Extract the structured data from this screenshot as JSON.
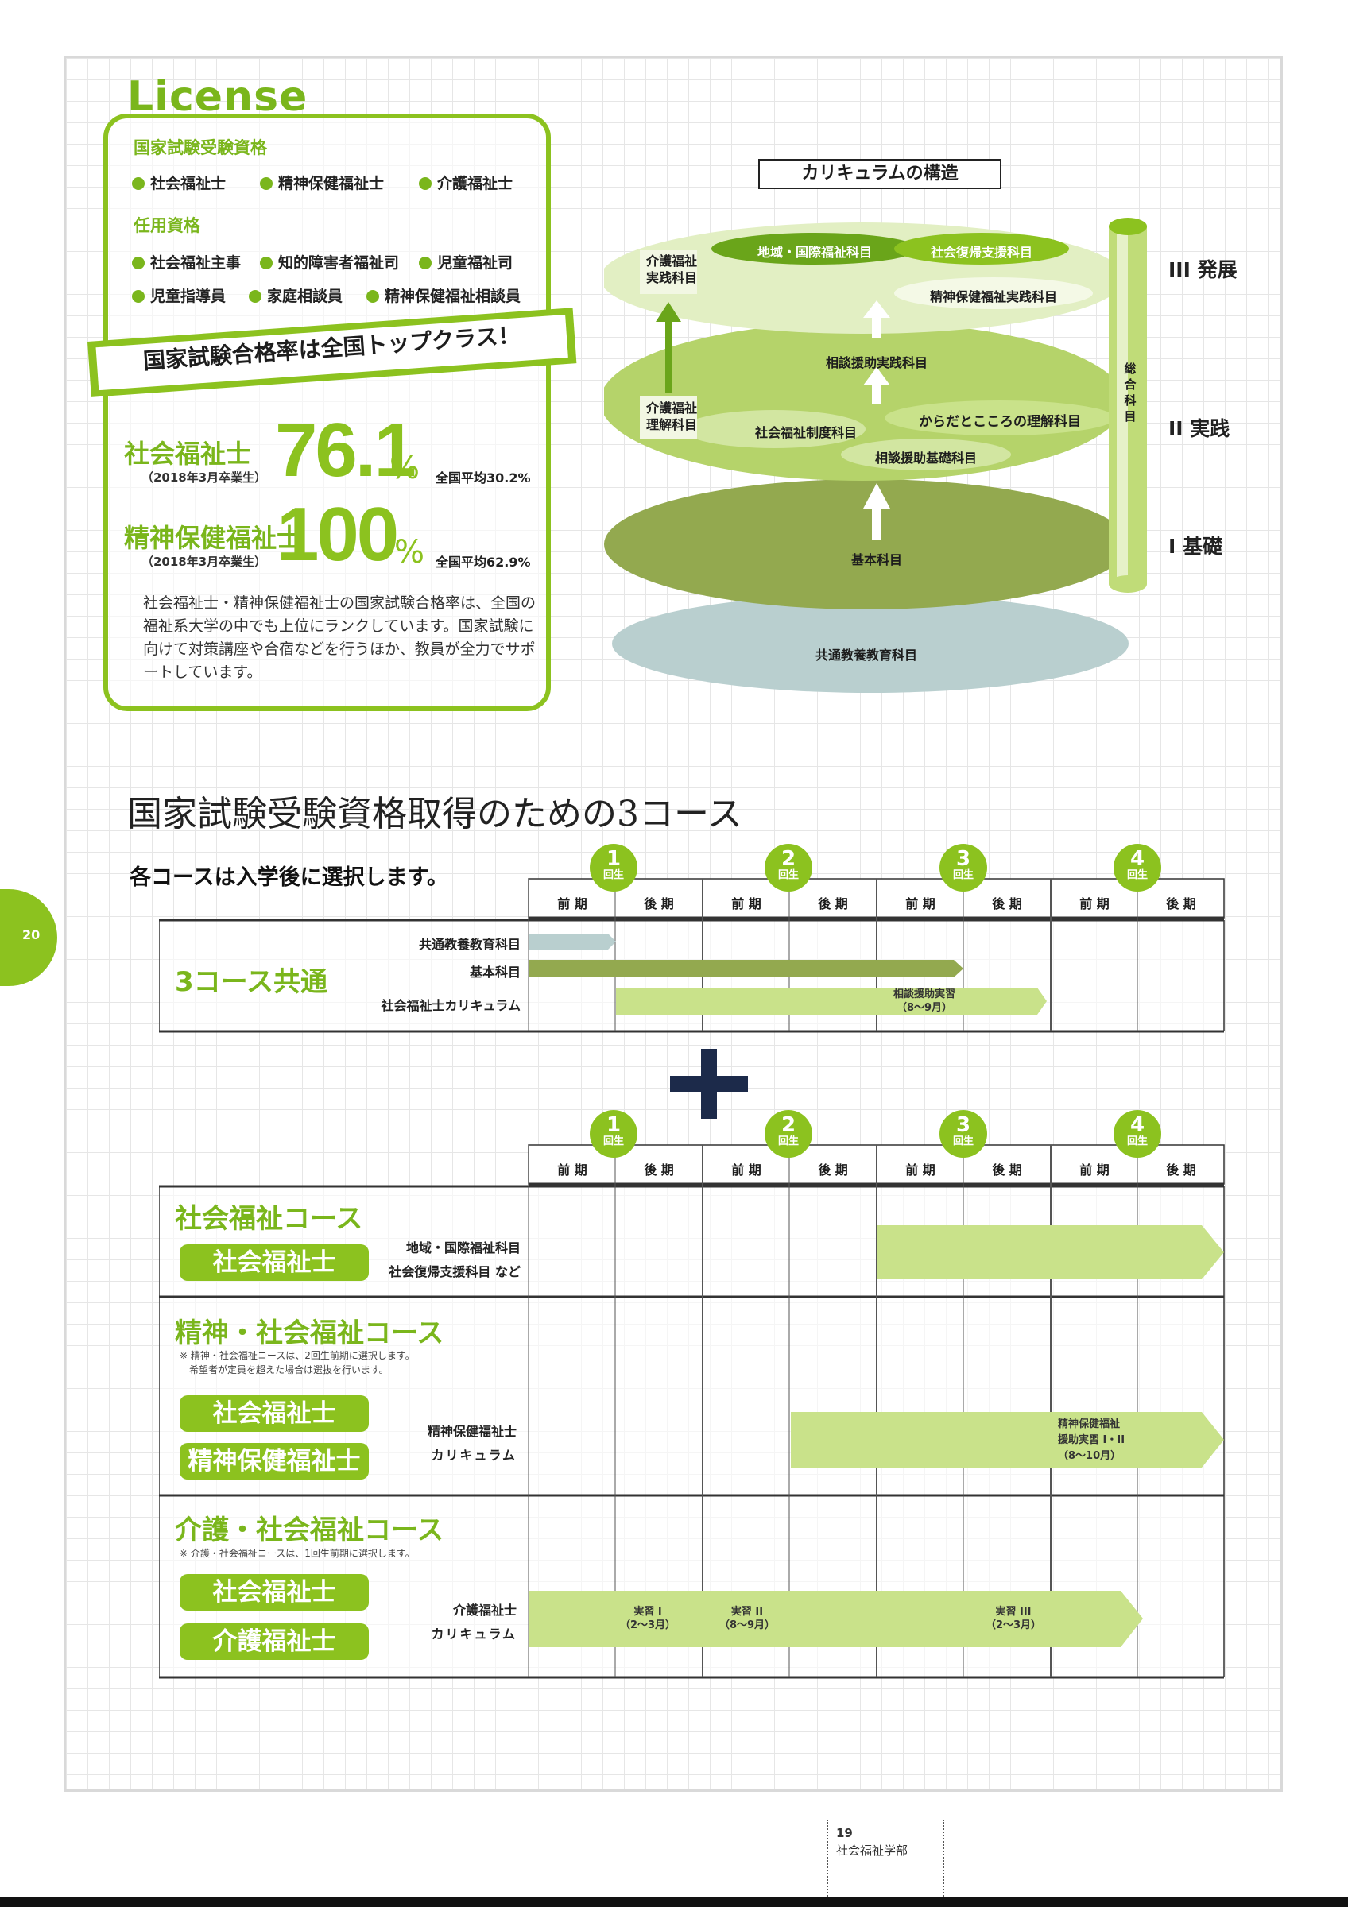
{
  "page": {
    "number": "20",
    "footer_page": "19",
    "footer_dept": "社会福祉学部"
  },
  "license": {
    "word": "License",
    "exam_heading": "国家試験受験資格",
    "exam_items": [
      "社会福祉士",
      "精神保健福祉士",
      "介護福祉士"
    ],
    "appoint_heading": "任用資格",
    "appoint_items_row1": [
      "社会福祉主事",
      "知的障害者福祉司",
      "児童福祉司"
    ],
    "appoint_items_row2": [
      "児童指導員",
      "家庭相談員",
      "精神保健福祉相談員"
    ],
    "banner": "国家試験合格率は全国トップクラス！",
    "rates": [
      {
        "name": "社会福祉士",
        "sub": "（2018年3月卒業生）",
        "value": "76.1",
        "unit": "%",
        "avg": "全国平均30.2%"
      },
      {
        "name": "精神保健福祉士",
        "sub": "（2018年3月卒業生）",
        "value": "100",
        "unit": "%",
        "avg": "全国平均62.9%"
      }
    ],
    "description": "社会福祉士・精神保健福祉士の国家試験合格率は、全国の福祉系大学の中でも上位にランクしています。国家試験に向けて対策講座や合宿などを行うほか、教員が全力でサポートしています。"
  },
  "curriculum": {
    "title": "カリキュラムの構造",
    "levels": [
      "III 発展",
      "II 実践",
      "I 基礎"
    ],
    "labels": {
      "kaigo_jissen": "介護福祉\n実践科目",
      "chiiki": "地域・国際福祉科目",
      "fukki": "社会復帰支援科目",
      "seishin_jissen": "精神保健福祉実践科目",
      "soudan_jissen": "相談援助実践科目",
      "kaigo_rikai": "介護福祉\n理解科目",
      "seido": "社会福祉制度科目",
      "karada": "からだとこころの理解科目",
      "soudan_kiso": "相談援助基礎科目",
      "kihon": "基本科目",
      "kyoutsu": "共通教養教育科目",
      "sougou": "総合科目"
    }
  },
  "courses": {
    "heading": "国家試験受験資格取得のための3コース",
    "subheading": "各コースは入学後に選択します。",
    "years": [
      "1",
      "2",
      "3",
      "4"
    ],
    "year_unit": "回生",
    "terms": [
      "前 期",
      "後 期"
    ],
    "common": {
      "title": "3コース共通",
      "rows": [
        "共通教養教育科目",
        "基本科目",
        "社会福祉士カリキュラム"
      ],
      "practicum": "相談援助実習\n（8〜9月）"
    },
    "plus": "+",
    "shakai": {
      "title": "社会福祉コース",
      "pill": "社会福祉士",
      "rows": [
        "地域・国際福祉科目",
        "社会復帰支援科目 など"
      ]
    },
    "seishin": {
      "title": "精神・社会福祉コース",
      "note": "※ 精神・社会福祉コースは、2回生前期に選択します。\n　希望者が定員を超えた場合は選抜を行います。",
      "pills": [
        "社会福祉士",
        "精神保健福祉士"
      ],
      "rows": [
        "精神保健福祉士",
        "カリキュラム"
      ],
      "practicum": "精神保健福祉\n援助実習 I・II\n（8〜10月）"
    },
    "kaigo": {
      "title": "介護・社会福祉コース",
      "note": "※ 介護・社会福祉コースは、1回生前期に選択します。",
      "pills": [
        "社会福祉士",
        "介護福祉士"
      ],
      "rows": [
        "介護福祉士",
        "カリキュラム"
      ],
      "practicum1": "実習 I\n（2〜3月）",
      "practicum2": "実習 II\n（8〜9月）",
      "practicum3": "実習 III\n（2〜3月）"
    }
  },
  "colors": {
    "green": "#8cc21f",
    "light_green": "#c9e28a",
    "dark_green": "#93a94f",
    "grey_blue": "#b9cfcf",
    "navy": "#1c2a4a"
  }
}
